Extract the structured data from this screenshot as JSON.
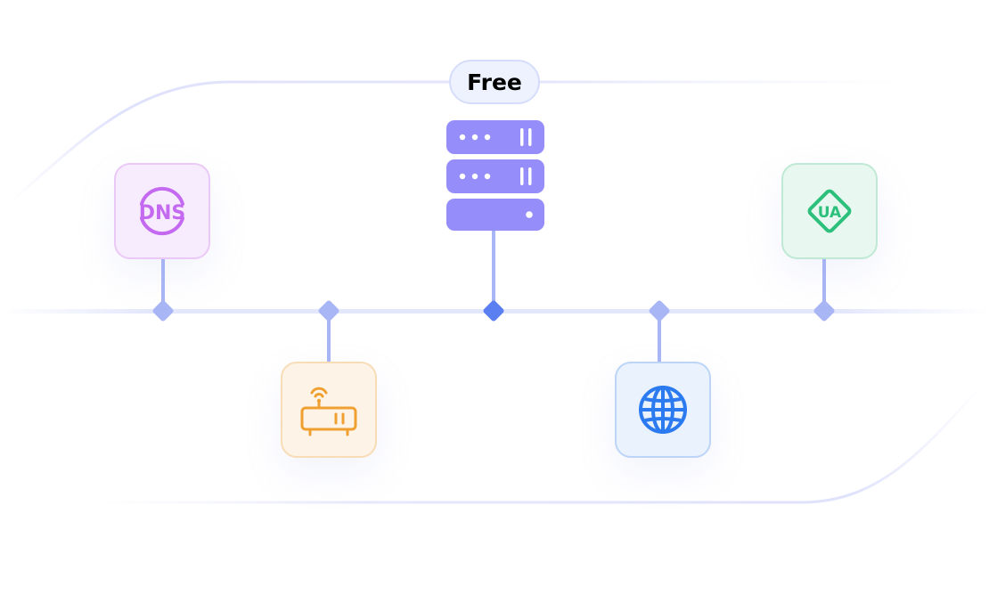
{
  "badge": {
    "label": "Free"
  },
  "colors": {
    "accent": "#5b7ef0",
    "server": "#958df9",
    "dns": "#c46af0",
    "router": "#f0a030",
    "globe": "#2b7af0",
    "ua": "#2cc07c",
    "connector": "#a9b6f5"
  },
  "nodes": [
    {
      "id": "dns",
      "icon": "dns-icon",
      "label": "DNS"
    },
    {
      "id": "router",
      "icon": "router-icon"
    },
    {
      "id": "server",
      "icon": "server-icon"
    },
    {
      "id": "globe",
      "icon": "globe-icon"
    },
    {
      "id": "ua",
      "icon": "ua-icon",
      "label": "UA"
    }
  ]
}
